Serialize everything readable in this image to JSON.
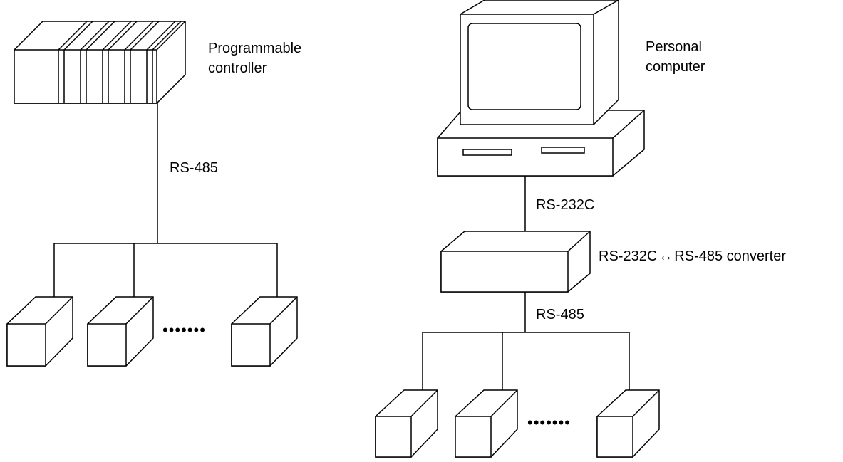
{
  "labels": {
    "plc": [
      "Programmable",
      "controller"
    ],
    "pc": [
      "Personal",
      "computer"
    ],
    "left_rs485": "RS-485",
    "pc_rs232c": "RS-232C",
    "converter": "RS-232C",
    "converter_arrow": "↔",
    "converter_tail": "RS-485 converter",
    "right_rs485": "RS-485"
  },
  "ellipsis_left": "•••••••",
  "ellipsis_right": "•••••••",
  "colors": {
    "line": "#000000",
    "background": "#ffffff"
  }
}
